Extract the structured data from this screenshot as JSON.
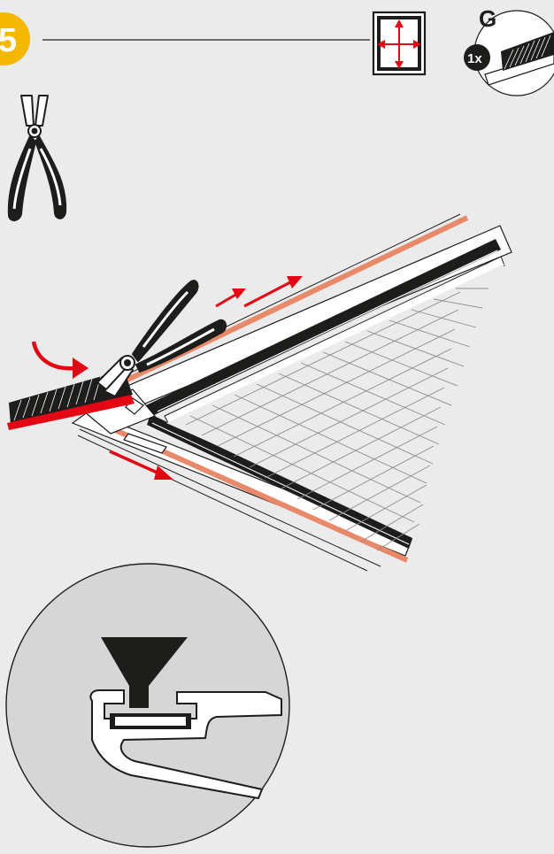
{
  "step": {
    "number": "5",
    "badge_color": "#f5b800"
  },
  "part": {
    "letter": "G",
    "quantity": "1x"
  },
  "icons": {
    "tool": "pliers-icon",
    "frame": "frame-stretch-icon",
    "part_detail": "brush-seal-part-icon"
  },
  "colors": {
    "background": "#ebebeb",
    "accent_red": "#e30613",
    "rail_orange": "#e88a6a",
    "brush_black": "#1d1d1b",
    "mesh_gray": "#8c8c8c"
  }
}
